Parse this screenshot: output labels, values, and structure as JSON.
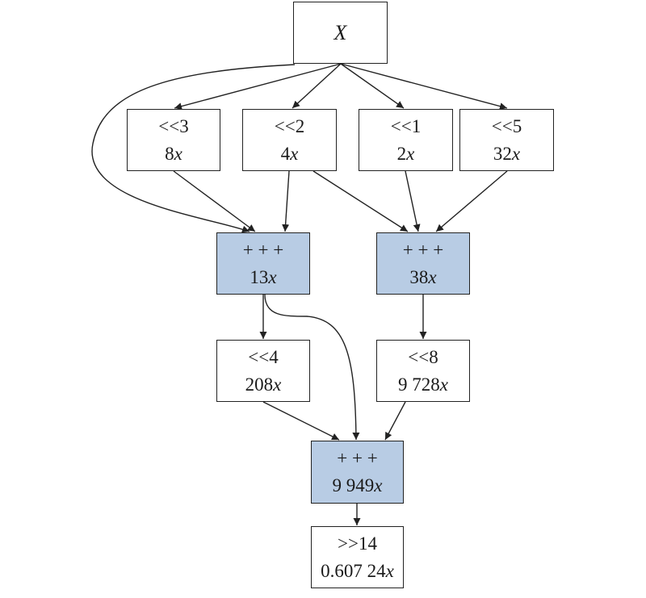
{
  "colors": {
    "adder_fill": "#b8cce4",
    "stroke": "#222222"
  },
  "nodes": {
    "x": {
      "label": "X"
    },
    "shl3": {
      "op": "<<3",
      "coef": "8",
      "var": "x"
    },
    "shl2": {
      "op": "<<2",
      "coef": "4",
      "var": "x"
    },
    "shl1": {
      "op": "<<1",
      "coef": "2",
      "var": "x"
    },
    "shl5": {
      "op": "<<5",
      "coef": "32",
      "var": "x"
    },
    "add_13": {
      "op": "+ + +",
      "coef": "13",
      "var": "x"
    },
    "add_38": {
      "op": "+ + +",
      "coef": "38",
      "var": "x"
    },
    "shl4": {
      "op": "<<4",
      "coef": "208",
      "var": "x"
    },
    "shl8": {
      "op": "<<8",
      "coef": "9 728",
      "var": "x"
    },
    "add_9949": {
      "op": "+ + +",
      "coef": "9 949",
      "var": "x"
    },
    "shr14": {
      "op": ">>14",
      "coef": "0.607 24",
      "var": "x"
    }
  },
  "edges": [
    {
      "from": "x",
      "to": "shl3"
    },
    {
      "from": "x",
      "to": "shl2"
    },
    {
      "from": "x",
      "to": "shl1"
    },
    {
      "from": "x",
      "to": "shl5"
    },
    {
      "from": "x",
      "to": "add_13"
    },
    {
      "from": "shl3",
      "to": "add_13"
    },
    {
      "from": "shl2",
      "to": "add_13"
    },
    {
      "from": "shl2",
      "to": "add_38"
    },
    {
      "from": "shl1",
      "to": "add_38"
    },
    {
      "from": "shl5",
      "to": "add_38"
    },
    {
      "from": "add_13",
      "to": "shl4"
    },
    {
      "from": "add_13",
      "to": "add_9949"
    },
    {
      "from": "add_38",
      "to": "shl8"
    },
    {
      "from": "shl4",
      "to": "add_9949"
    },
    {
      "from": "shl8",
      "to": "add_9949"
    },
    {
      "from": "add_9949",
      "to": "shr14"
    }
  ]
}
